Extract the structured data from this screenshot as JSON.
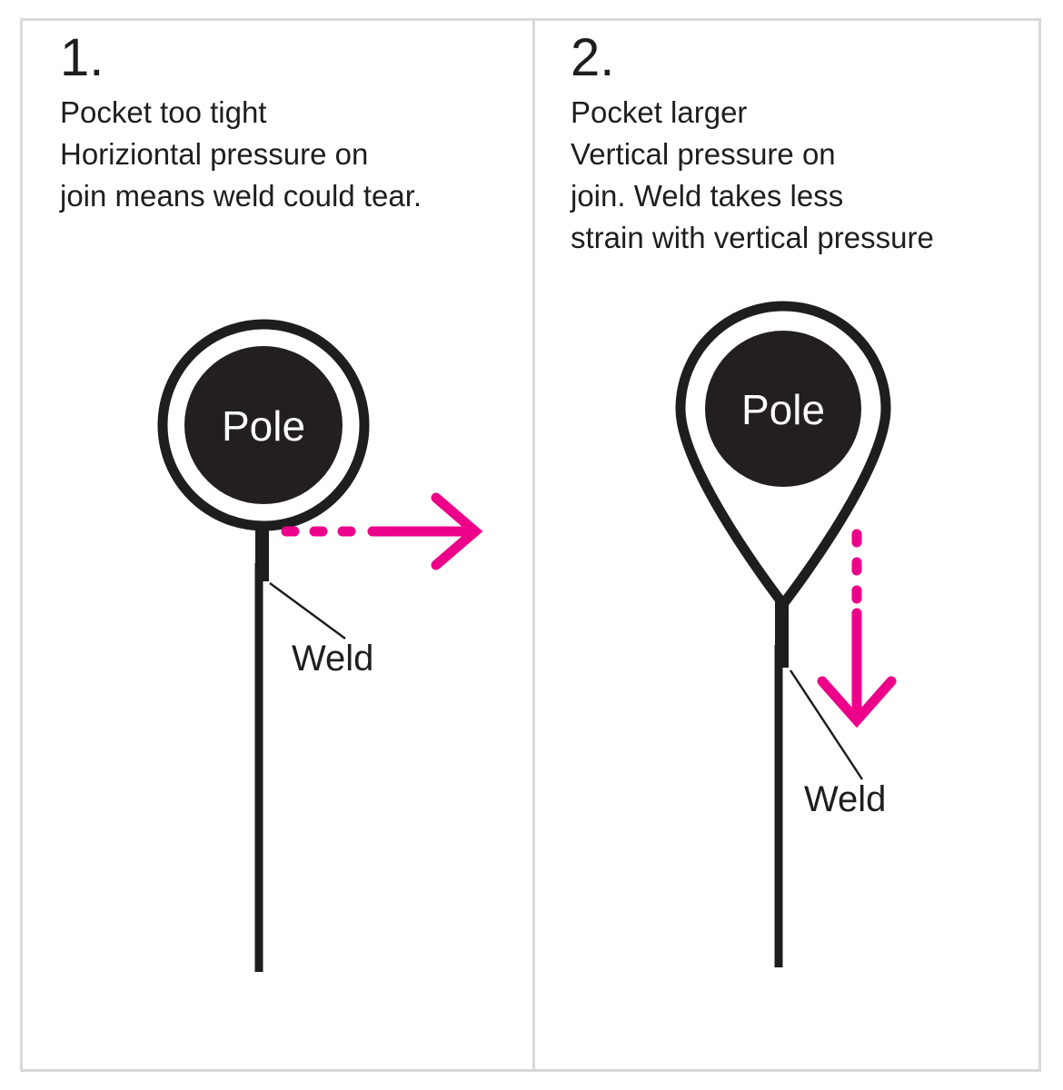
{
  "diagram": {
    "title_hidden": "",
    "accent_color": "#ec0089",
    "ink_color": "#1e1e1e",
    "frame_color": "#d9d9d9",
    "background_color": "#ffffff",
    "panels": [
      {
        "number": "1.",
        "caption": "Pocket too tight\nHoriziontal pressure on\njoin means weld could tear.",
        "pole_label": "Pole",
        "weld_label": "Weld",
        "shape": "ring-circle",
        "arrow_direction": "right",
        "arrow_style": "dashed-tail-solid-head"
      },
      {
        "number": "2.",
        "caption": "Pocket larger\nVertical pressure on\njoin. Weld takes less\nstrain with vertical pressure",
        "pole_label": "Pole",
        "weld_label": "Weld",
        "shape": "teardrop-pin",
        "arrow_direction": "down",
        "arrow_style": "dashed-tail-solid-head"
      }
    ]
  }
}
